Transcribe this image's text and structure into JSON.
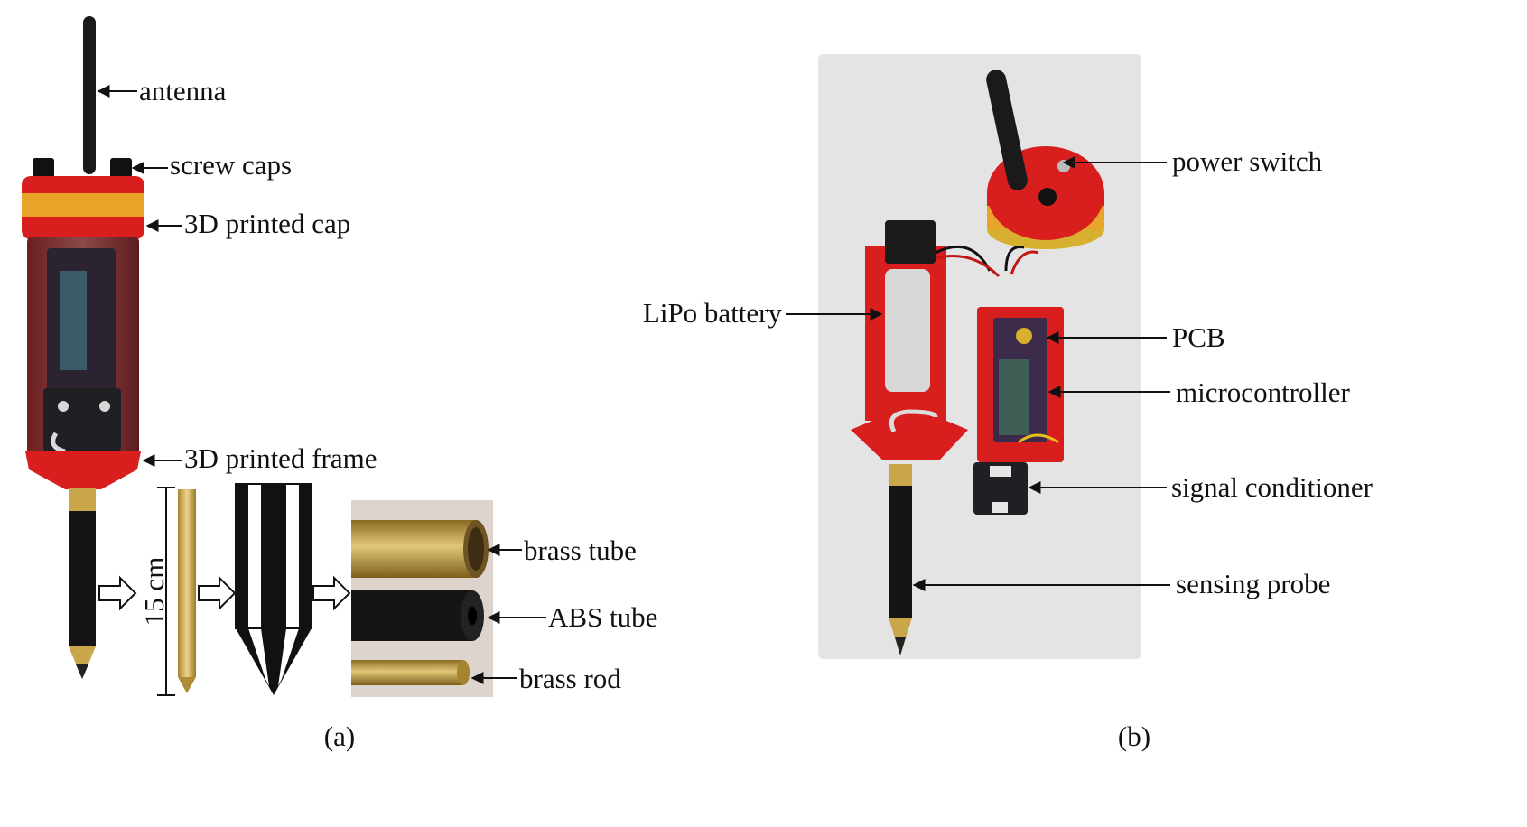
{
  "panel_a": {
    "caption": "(a)",
    "labels": {
      "antenna": "antenna",
      "screw_caps": "screw caps",
      "cap": "3D printed cap",
      "frame": "3D printed frame",
      "brass_tube": "brass tube",
      "abs_tube": "ABS tube",
      "brass_rod": "brass rod"
    },
    "dimension": "15 cm"
  },
  "panel_b": {
    "caption": "(b)",
    "labels": {
      "power_switch": "power switch",
      "lipo_battery": "LiPo battery",
      "pcb": "PCB",
      "microcontroller": "microcontroller",
      "signal_conditioner": "signal conditioner",
      "sensing_probe": "sensing probe"
    }
  },
  "colors": {
    "red_plastic": "#d91e1e",
    "yellow_band": "#e8a52a",
    "brass": "#c9a64a",
    "black_probe": "#151515",
    "photo_background": "#e4e4e4"
  }
}
